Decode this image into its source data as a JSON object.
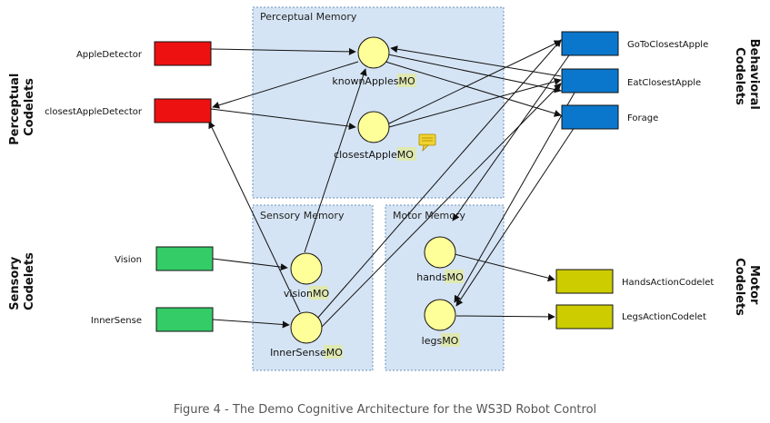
{
  "caption": "Figure 4 - The Demo Cognitive Architecture for the WS3D Robot Control",
  "regions": {
    "perceptual_memory": "Perceptual Memory",
    "sensory_memory": "Sensory Memory",
    "motor_memory": "Motor Memory"
  },
  "group_labels": {
    "perceptual_codelets": [
      "Perceptual",
      "Codelets"
    ],
    "sensory_codelets": [
      "Sensory",
      "Codelets"
    ],
    "behavioral_codelets": [
      "Behavioral",
      "Codelets"
    ],
    "motor_codelets": [
      "Motor",
      "Codelets"
    ]
  },
  "codelets": {
    "apple_detector": {
      "label": "AppleDetector",
      "color": "#ee1111"
    },
    "closest_apple_detector": {
      "label": "closestAppleDetector",
      "color": "#ee1111"
    },
    "vision": {
      "label": "Vision",
      "color": "#33cc66"
    },
    "inner_sense": {
      "label": "InnerSense",
      "color": "#33cc66"
    },
    "go_to_closest_apple": {
      "label": "GoToClosestApple",
      "color": "#0b77cc"
    },
    "eat_closest_apple": {
      "label": "EatClosestApple",
      "color": "#0b77cc"
    },
    "forage": {
      "label": "Forage",
      "color": "#0b77cc"
    },
    "hands_action_codelet": {
      "label": "HandsActionCodelet",
      "color": "#cccc00"
    },
    "legs_action_codelet": {
      "label": "LegsActionCodelet",
      "color": "#cccc00"
    }
  },
  "memory_objects": {
    "known_apples": {
      "base": "knownApples",
      "suffix": "MO"
    },
    "closest_apple": {
      "base": "closestApple",
      "suffix": "MO"
    },
    "vision": {
      "base": "vision",
      "suffix": "MO"
    },
    "inner_sense": {
      "base": "InnerSense",
      "suffix": "MO"
    },
    "hands": {
      "base": "hands",
      "suffix": "MO"
    },
    "legs": {
      "base": "legs",
      "suffix": "MO"
    }
  },
  "colors": {
    "memory_fill": "#d5e4f4",
    "node_fill": "#ffff99",
    "mo_highlight": "#dfe8b0",
    "comment_icon": "#f2d22e"
  },
  "icons": [
    "comment-icon"
  ]
}
